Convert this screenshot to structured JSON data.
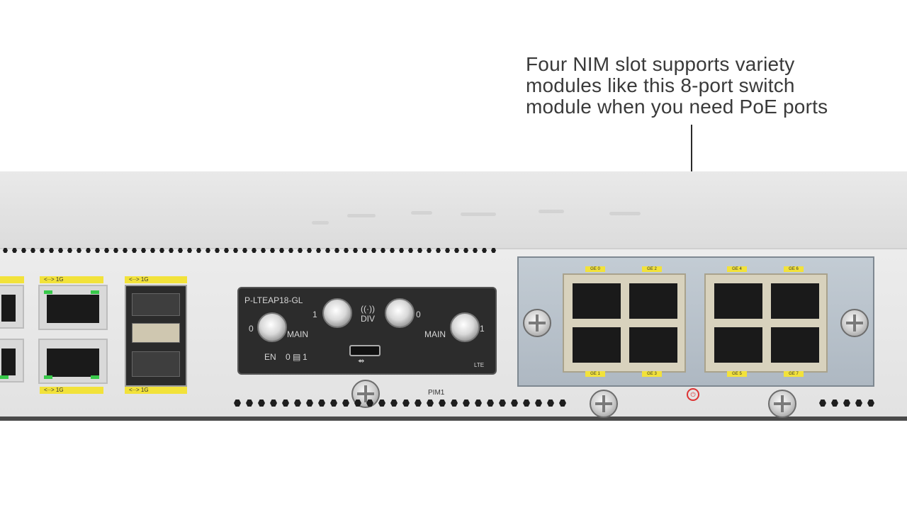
{
  "caption": {
    "lines": [
      "Four NIM slot supports variety",
      "modules like this 8-port switch",
      "module when you need PoE ports"
    ]
  },
  "pim_module": {
    "model": "P-LTEAP18-GL",
    "left_antenna_index": "0",
    "left_main_label": "MAIN",
    "div_index": "1",
    "div_label": "DIV",
    "right_div_index": "0",
    "right_main_label": "MAIN",
    "right_antenna_index": "1",
    "en_label": "EN",
    "sim_label": "0",
    "sim_label_2": "1",
    "lte_label": "LTE"
  },
  "slot_label": "PIM1",
  "eth_labels": {
    "speed": "1G"
  },
  "nim_ports_top": [
    "GE 0",
    "GE 2",
    "GE 4",
    "GE 6"
  ],
  "nim_ports_bottom": [
    "GE 1",
    "GE 3",
    "GE 5",
    "GE 7"
  ],
  "colors": {
    "label_yellow": "#f2e23a",
    "link_led": "#38c94a",
    "power_icon": "#dd3333"
  }
}
